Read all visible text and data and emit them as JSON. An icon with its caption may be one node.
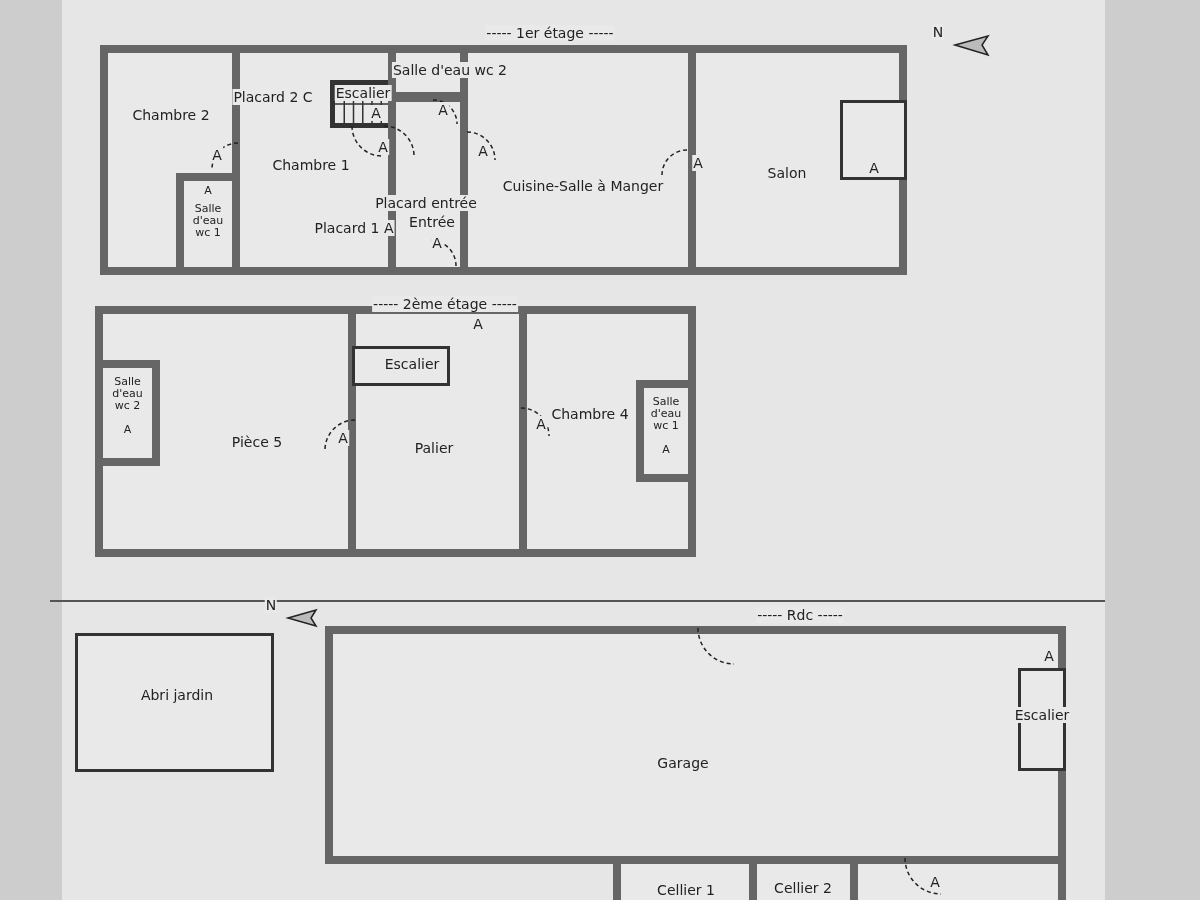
{
  "diagram": {
    "nodes": [
      {
        "text": [
          "Chambre 2"
        ]
      },
      {
        "text": [
          "A",
          "Salle d'eau wc 1"
        ],
        "in": 0
      },
      {
        "text": [
          "Chambre 1"
        ]
      },
      {
        "text": [
          "Escalier"
        ]
      },
      {
        "text": [
          "Salle d'eau wc 2"
        ]
      },
      {
        "text": [
          "Entrée"
        ]
      },
      {
        "text": [
          "Cuisine-Salle à Manger"
        ]
      },
      {
        "text": [
          "Salon"
        ]
      },
      {
        "text": [
          "A"
        ],
        "in": 7
      },
      {
        "text": [
          "Pièce 5"
        ]
      },
      {
        "text": [
          "Salle d'eau wc 2",
          "A"
        ],
        "in": 9
      },
      {
        "text": [
          "Palier"
        ]
      },
      {
        "text": [
          "Escalier"
        ],
        "in": 11
      },
      {
        "text": [
          "Chambre 4"
        ]
      },
      {
        "text": [
          "Salle d'eau wc 1",
          "A"
        ],
        "in": 13
      },
      {
        "text": [
          "Abri jardin"
        ]
      },
      {
        "text": [
          "Garage"
        ]
      },
      {
        "text": [
          "Escalier"
        ],
        "in": 16,
        "beside": [
          "A"
        ]
      },
      {
        "text": [
          "Cellier 1"
        ]
      },
      {
        "text": [
          "Cellier 2"
        ]
      },
      {
        "text": [],
        "shape": "box"
      }
    ],
    "labels": [
      "----- 1er étage -----",
      "N",
      "Placard 2 C",
      "A",
      "A",
      "A",
      "A",
      "A",
      "Placard entrée",
      "Placard 1 A",
      "A",
      "A",
      "----- 2ème étage -----",
      "A",
      "A",
      "A",
      "N",
      "----- Rdc -----",
      "A"
    ]
  }
}
